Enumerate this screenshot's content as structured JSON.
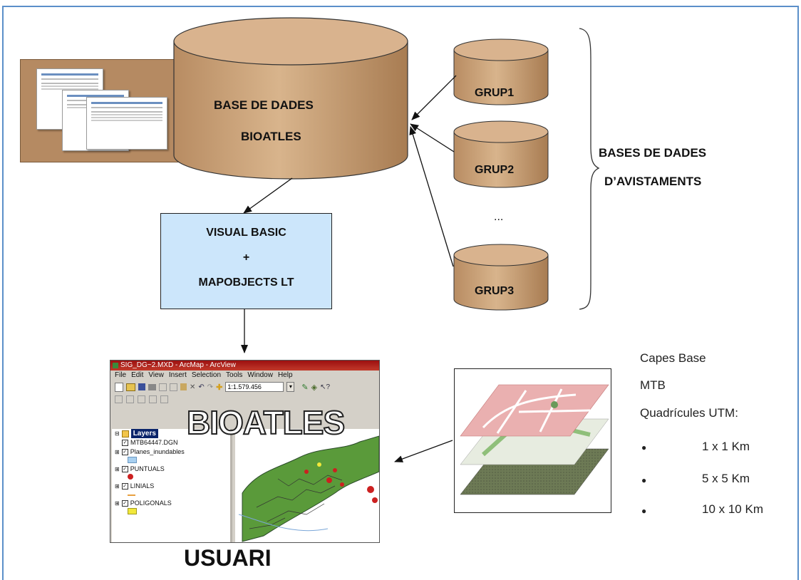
{
  "main_database": {
    "line1": "BASE DE DADES",
    "line2": "BIOATLES"
  },
  "groups": [
    {
      "label": "GRUP1"
    },
    {
      "label": "GRUP2"
    },
    {
      "label": "GRUP3"
    }
  ],
  "ellipsis": "...",
  "brace_label": {
    "line1": "BASES DE DADES",
    "line2": "D’AVISTAMENTS"
  },
  "app_box": {
    "line1": "VISUAL BASIC",
    "line2": "+",
    "line3": "MAPOBJECTS LT"
  },
  "arcmap": {
    "title": "SIG_DG~2.MXD - ArcMap - ArcView",
    "menu": [
      "File",
      "Edit",
      "View",
      "Insert",
      "Selection",
      "Tools",
      "Window",
      "Help"
    ],
    "scale": "1:1.579.456",
    "overlay_title": "BIOATLES",
    "layers_header": "Layers",
    "layers": [
      {
        "name": "MTB64447.DGN",
        "swatch": ""
      },
      {
        "name": "Planes_inundables",
        "swatch": "#a8d0f0"
      },
      {
        "name": "PUNTUALS",
        "swatch": "#cc2020"
      },
      {
        "name": "LINIALS",
        "swatch": "#e8a040"
      },
      {
        "name": "POLIGONALS",
        "swatch": "#f2e83a"
      }
    ]
  },
  "user_label": "USUARI",
  "base_layers": {
    "title": "Capes Base",
    "item": "MTB",
    "subtitle": "Quadrícules UTM:",
    "bullets": [
      "1 x 1 Km",
      "5 x 5 Km",
      "10 x 10 Km"
    ]
  },
  "colors": {
    "cylinder_fill": "#caa27c",
    "cylinder_dark": "#a67c55",
    "app_box_fill": "#cce6fb",
    "frame_border": "#5b8fc9",
    "arrow": "#111111"
  }
}
